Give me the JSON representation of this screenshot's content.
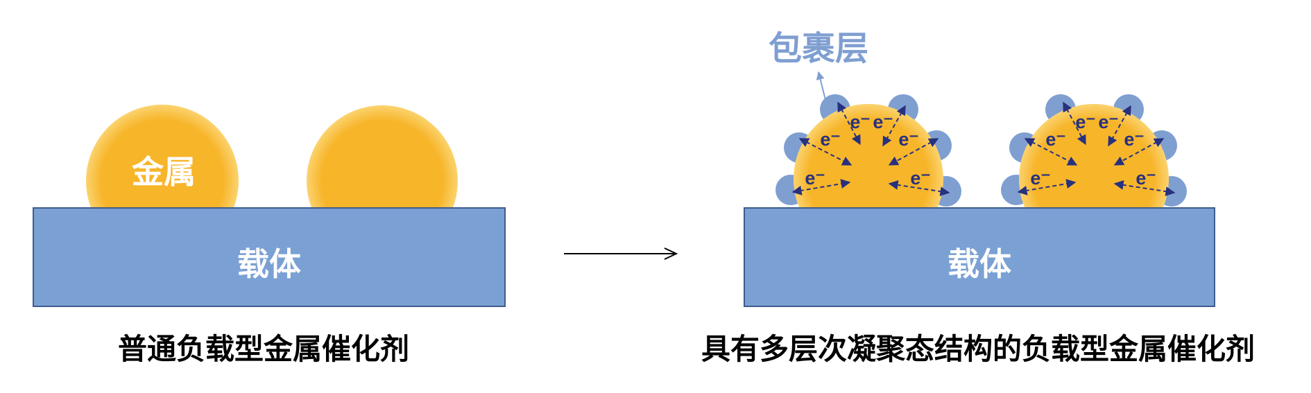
{
  "left_panel": {
    "metal_label": "金属",
    "support_label": "载体",
    "caption": "普通负载型金属催化剂"
  },
  "right_panel": {
    "coating_label": "包裹层",
    "support_label": "载体",
    "electron_label": "e⁻",
    "caption": "具有多层次凝聚态结构的负载型金属催化剂"
  },
  "colors": {
    "metal": "#f7b52a",
    "support": "#7ba1d4",
    "support_border": "#3d5b8c",
    "coating": "#7f9fd1",
    "electron": "#27317e"
  }
}
